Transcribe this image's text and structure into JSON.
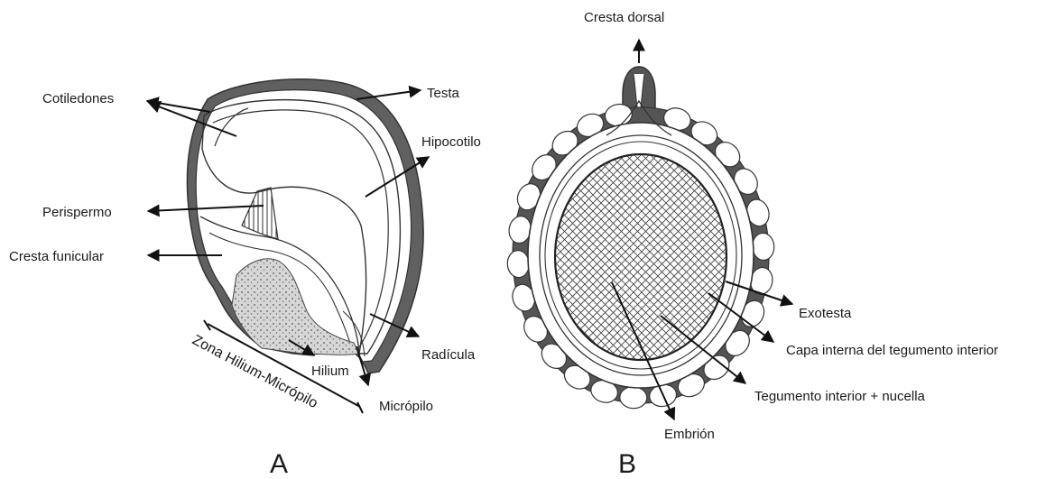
{
  "panels": {
    "a": "A",
    "b": "B"
  },
  "labels_a": {
    "cotiledones": "Cotiledones",
    "testa": "Testa",
    "hipocotilo": "Hipocotilo",
    "perispermo": "Perispermo",
    "cresta_funicular": "Cresta funicular",
    "radicula": "Radícula",
    "hilium": "Hilium",
    "micropilo": "Micrópilo",
    "zona": "Zona Hilium-Micrópilo"
  },
  "labels_b": {
    "cresta_dorsal": "Cresta dorsal",
    "exotesta": "Exotesta",
    "capa_interna": "Capa interna del tegumento interior",
    "tegumento": "Tegumento interior + nucella",
    "embrion": "Embrión"
  },
  "colors": {
    "ink": "#1a1a1a",
    "coat": "#555555",
    "embryo_grid": "#444444"
  }
}
